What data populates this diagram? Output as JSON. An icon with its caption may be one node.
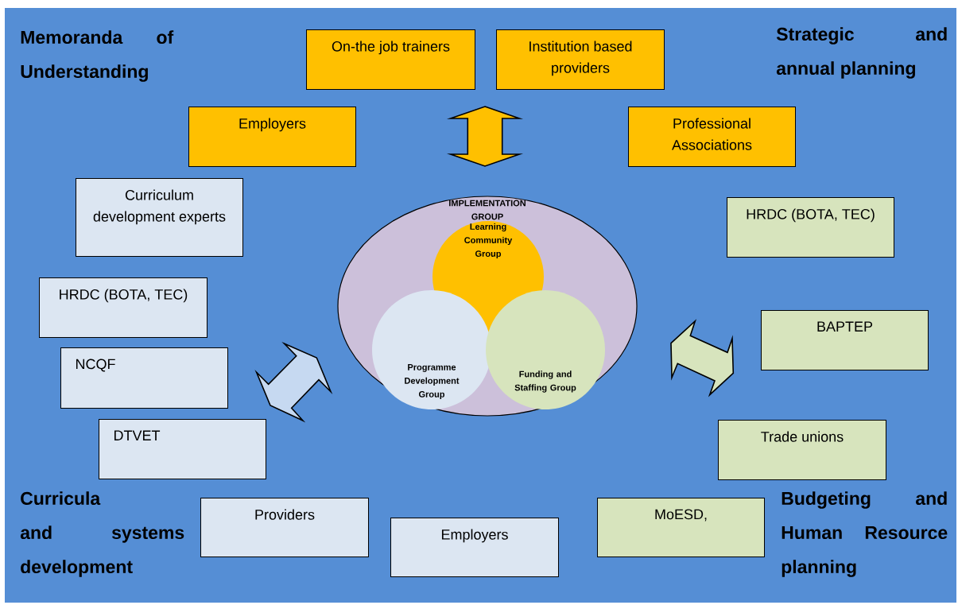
{
  "diagram": {
    "nodes": [
      {
        "text": [
          "On-the job trainers"
        ]
      },
      {
        "text": [
          "Institution based providers"
        ]
      },
      {
        "text": [
          "Employers"
        ]
      },
      {
        "text": [
          "Professional Associations"
        ]
      },
      {
        "text": [
          "Curriculum development experts"
        ]
      },
      {
        "text": [
          "HRDC (BOTA, TEC)"
        ]
      },
      {
        "text": [
          "NCQF"
        ]
      },
      {
        "text": [
          "DTVET"
        ]
      },
      {
        "text": [
          "Providers"
        ]
      },
      {
        "text": [
          "Employers"
        ]
      },
      {
        "text": [
          "HRDC (BOTA, TEC)"
        ]
      },
      {
        "text": [
          "BAPTEP"
        ]
      },
      {
        "text": [
          "Trade unions"
        ]
      },
      {
        "text": [
          "MoESD,"
        ]
      },
      {
        "text": [
          "IMPLEMENTATION GROUP"
        ]
      },
      {
        "text": [
          "Learning Community Group"
        ],
        "in": 14
      },
      {
        "text": [
          "Programme Development Group"
        ],
        "in": 14
      },
      {
        "text": [
          "Funding and Staffing Group"
        ],
        "in": 14
      }
    ],
    "labels": [
      "Memoranda of Understanding",
      "Strategic and annual planning",
      "Curricula and systems development",
      "Budgeting and Human Resource planning"
    ]
  }
}
